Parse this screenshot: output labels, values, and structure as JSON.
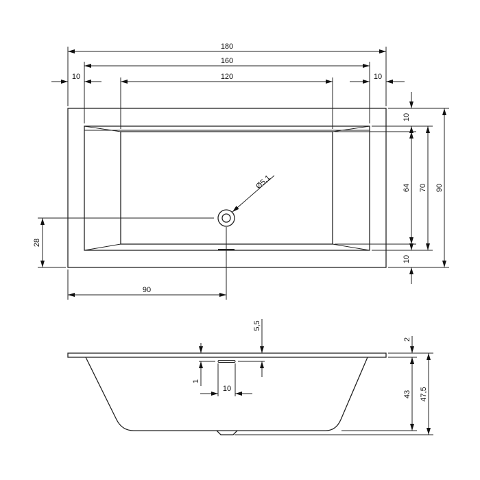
{
  "top_view": {
    "overall_length": "180",
    "inner_length": "160",
    "floor_length": "120",
    "rim_left": "10",
    "rim_right": "10",
    "rim_top": "10",
    "rim_bottom": "10",
    "overall_width": "90",
    "inner_width": "70",
    "floor_width": "64",
    "drain_diameter": "Ø5,1",
    "drain_offset_y": "28",
    "drain_offset_x": "90"
  },
  "side_view": {
    "rim_thickness": "2",
    "inner_depth": "43",
    "total_height": "47,5",
    "overflow_depth": "5,5",
    "overflow_height": "1",
    "overflow_width": "10"
  }
}
